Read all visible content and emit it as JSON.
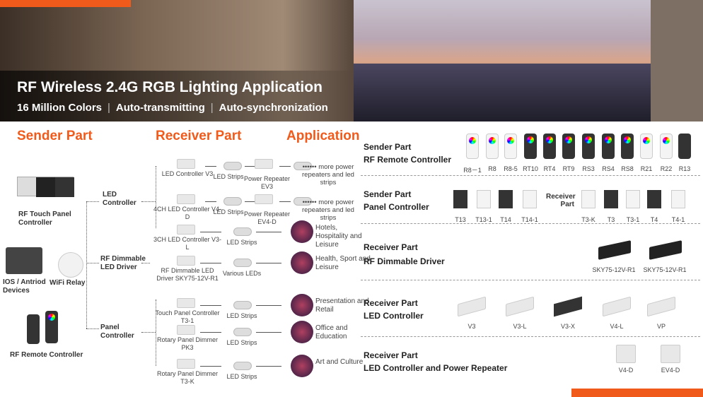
{
  "banner": {
    "title": "RF Wireless 2.4G RGB Lighting Application",
    "features": [
      "16 Million Colors",
      "Auto-transmitting",
      "Auto-synchronization"
    ]
  },
  "headings": {
    "sender": "Sender Part",
    "receiver": "Receiver Part",
    "application": "Application"
  },
  "sender": {
    "touch_panel": "RF Touch Panel Controller",
    "devices": "IOS / Antriod Devices",
    "wifi_relay": "WiFi Relay",
    "remote": "RF Remote Controller"
  },
  "branches": {
    "led_controller": "LED Controller",
    "dimmable_driver": "RF Dimmable LED Driver",
    "panel_controller": "Panel Controller"
  },
  "receiver_rows": [
    {
      "a": "LED Controller V3",
      "b": "LED Strips",
      "c": "Power Repeater EV3",
      "d": "•••••• more power repeaters and led strips"
    },
    {
      "a": "4CH LED Controller V4-D",
      "b": "LED Strips",
      "c": "Power Repeater EV4-D",
      "d": "•••••• more power repeaters and led strips"
    },
    {
      "a": "3CH LED Controller V3-L",
      "b": "LED Strips",
      "app": "Hotels, Hospitality and Leisure"
    },
    {
      "a": "RF Dimmable LED Driver SKY75-12V-R1",
      "b": "Various LEDs",
      "app": "Health, Sport and Leisure"
    },
    {
      "a": "Touch Panel Controller T3-1",
      "b": "LED Strips",
      "app": "Presentation and Retail"
    },
    {
      "a": "Rotary Panel Dimmer PK3",
      "b": "LED Strips",
      "app": "Office and Education"
    },
    {
      "a": "Rotary Panel Dimmer T3-K",
      "b": "LED Strips",
      "app": "Art and Culture"
    }
  ],
  "right": {
    "s1": {
      "sub": "Sender Part",
      "title": "RF Remote Controller",
      "items": [
        "R8－1",
        "R8",
        "R8-5",
        "RT10",
        "RT4",
        "RT9",
        "RS3",
        "RS4",
        "RS8",
        "R21",
        "R22",
        "R13"
      ]
    },
    "s2": {
      "sub": "Sender Part",
      "title": "Panel Controller",
      "items": [
        "T13",
        "T13-1",
        "T14",
        "T14-1"
      ],
      "receiver": "Receiver Part",
      "ritems": [
        "T3-K",
        "T3",
        "T3-1",
        "T4",
        "T4-1"
      ]
    },
    "s3": {
      "sub": "Receiver Part",
      "title": "RF Dimmable Driver",
      "items": [
        "SKY75-12V-R1",
        "SKY75-12V-R1"
      ]
    },
    "s4": {
      "sub": "Receiver Part",
      "title": "LED Controller",
      "items": [
        "V3",
        "V3-L",
        "V3-X",
        "V4-L",
        "VP"
      ]
    },
    "s5": {
      "sub": "Receiver Part",
      "title": "LED Controller and Power Repeater",
      "items": [
        "V4-D",
        "EV4-D"
      ]
    }
  },
  "colors": {
    "accent": "#f05a1a"
  }
}
